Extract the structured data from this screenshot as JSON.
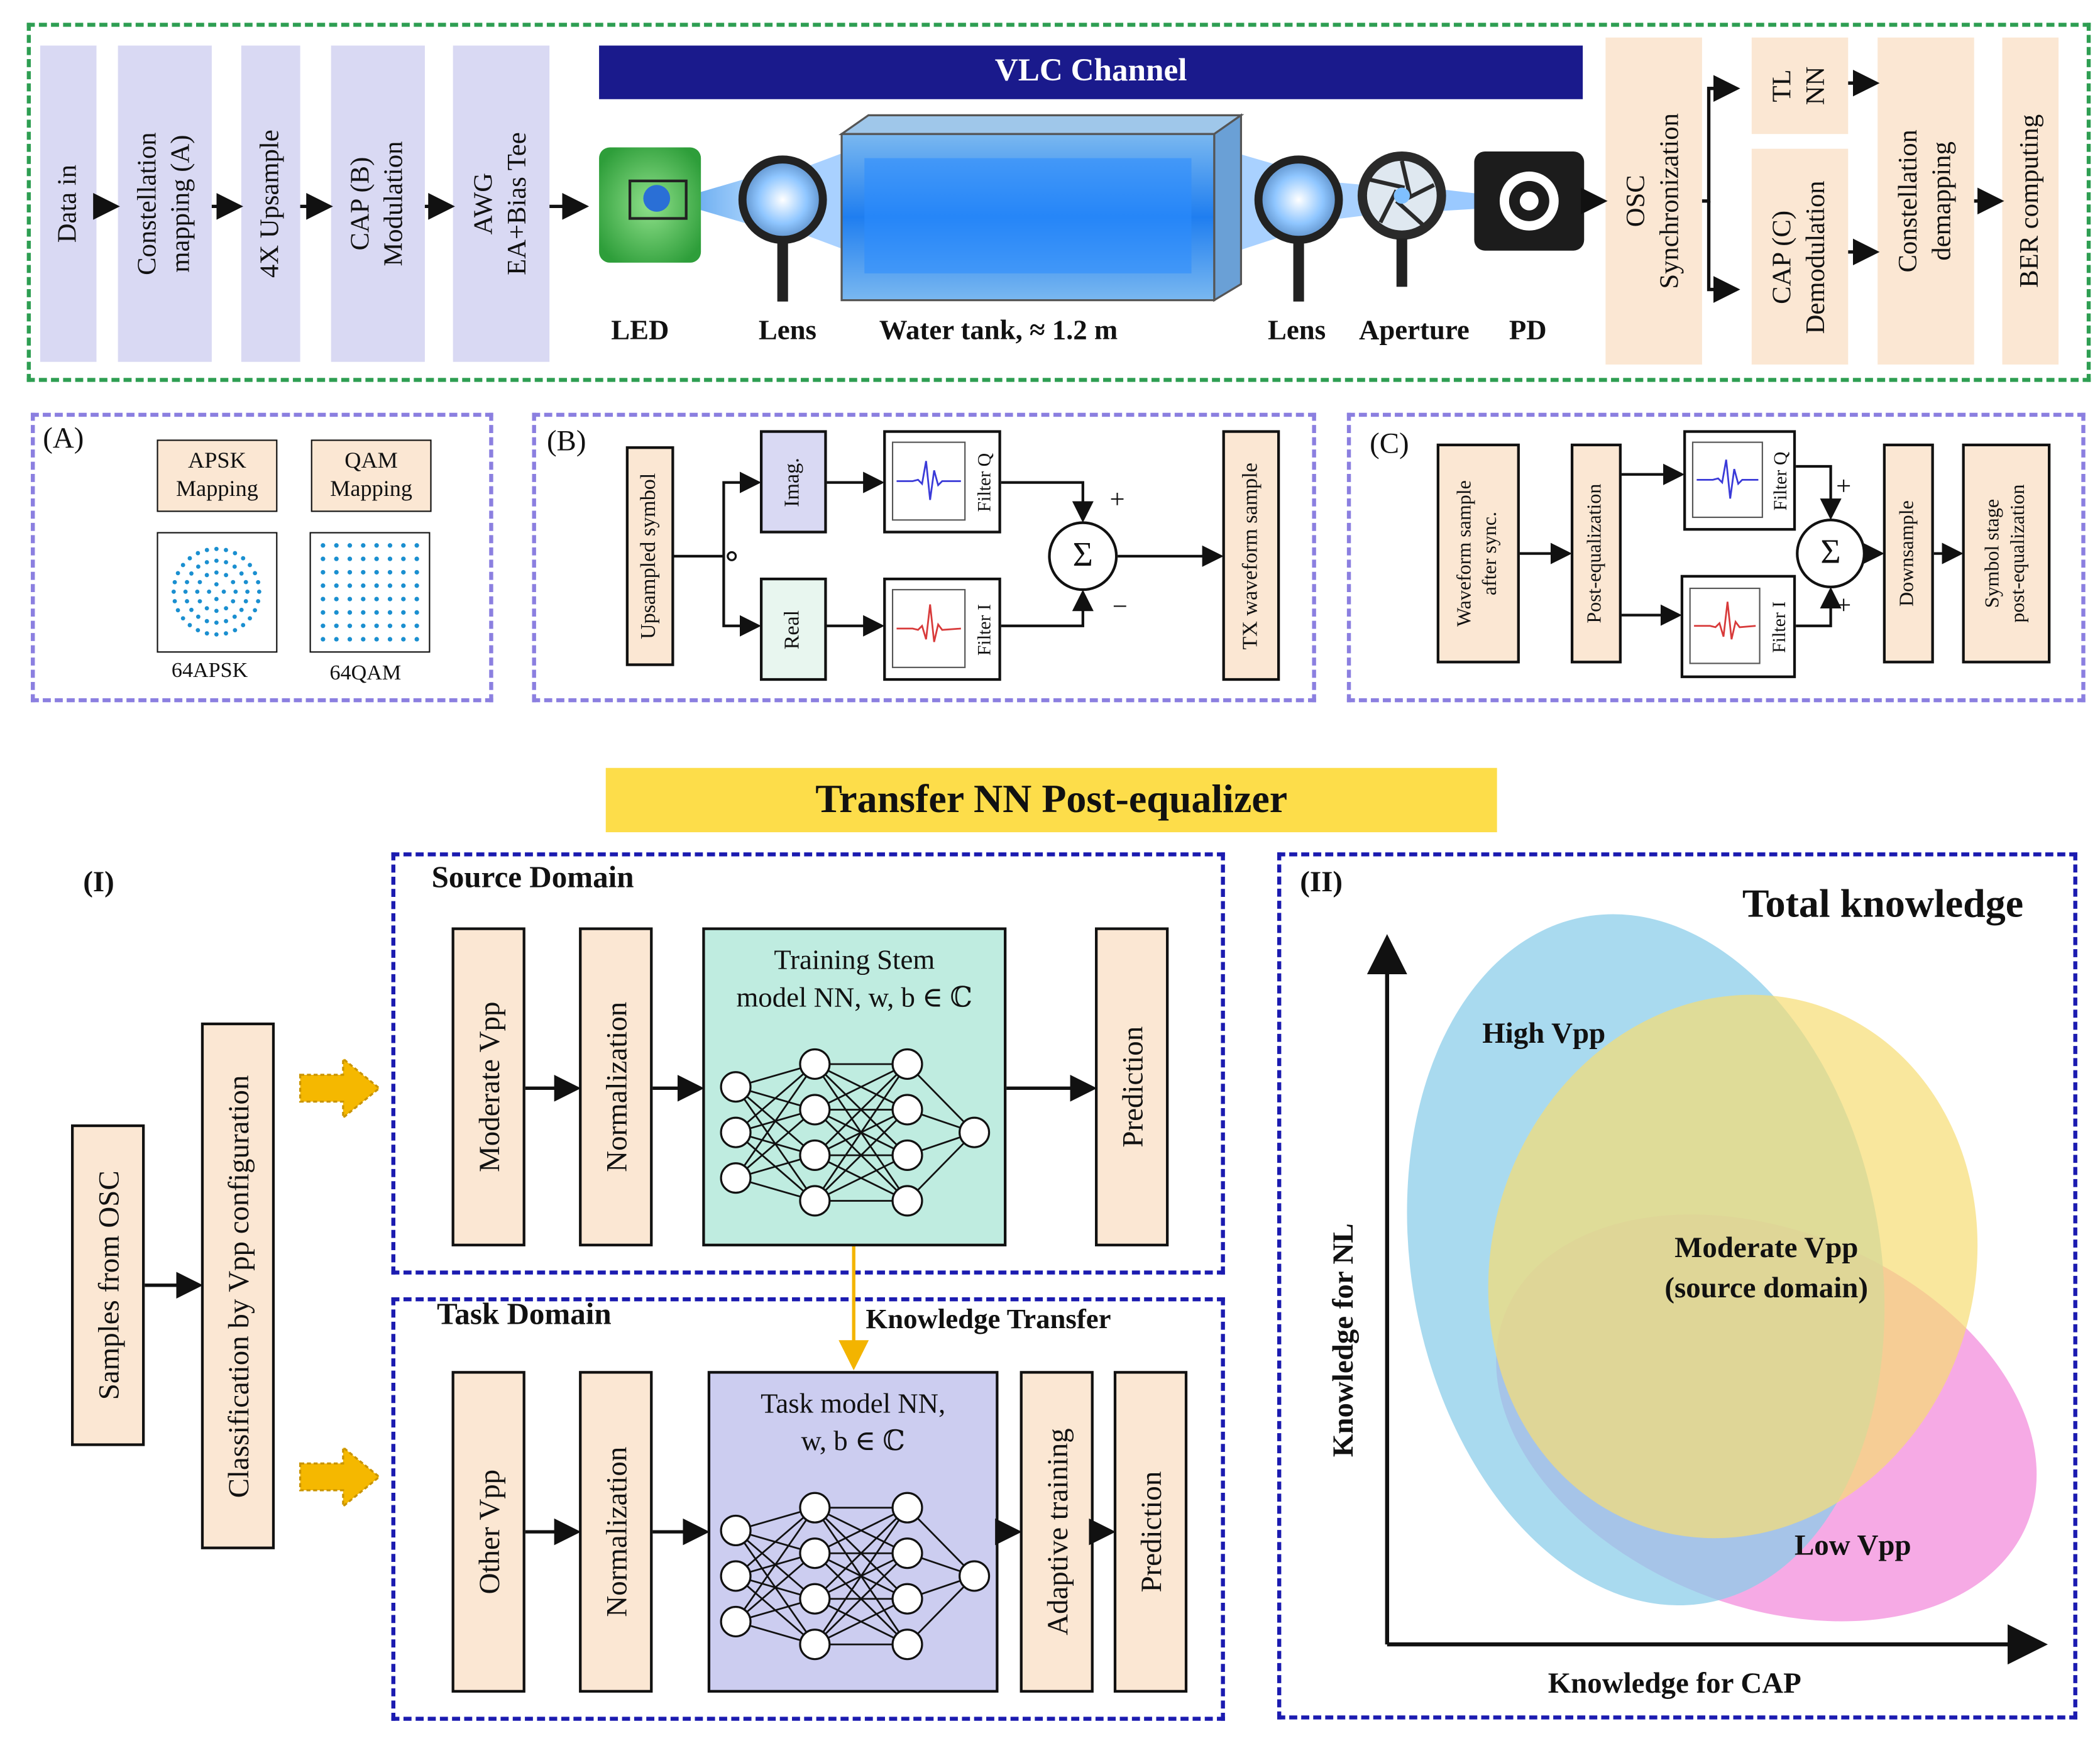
{
  "top": {
    "channel_title": "VLC Channel",
    "tx_blocks": [
      "Data in",
      "Constellation\nmapping (A)",
      "4X Upsample",
      "CAP (B)\nModulation",
      "AWG\nEA+Bias Tee"
    ],
    "channel_labels": {
      "led": "LED",
      "lens1": "Lens",
      "tank": "Water tank, ≈ 1.2 m",
      "lens2": "Lens",
      "aperture": "Aperture",
      "pd": "PD"
    },
    "rx_blocks": {
      "osc": "OSC\nSynchronization",
      "tl": "TL\nNN",
      "cap": "CAP (C)\nDemodulation",
      "demap": "Constellation\ndemapping",
      "ber": "BER computing"
    }
  },
  "panel_a": {
    "tag": "(A)",
    "apsk_label": "APSK\nMapping",
    "qam_label": "QAM\nMapping",
    "apsk_caption": "64APSK",
    "qam_caption": "64QAM"
  },
  "panel_b": {
    "tag": "(B)",
    "input": "Upsampled symbol",
    "imag": "Imag.",
    "real": "Real",
    "filter_q": "Filter Q",
    "filter_i": "Filter I",
    "sum": "Σ",
    "plus": "+",
    "minus": "−",
    "output": "TX waveform sample"
  },
  "panel_c": {
    "tag": "(C)",
    "input": "Waveform sample\nafter sync.",
    "posteq": "Post-equalization",
    "filter_q": "Filter Q",
    "filter_i": "Filter I",
    "sum": "Σ",
    "plus1": "+",
    "plus2": "+",
    "down": "Downsample",
    "symstage": "Symbol stage\npost-equalization"
  },
  "banner": "Transfer NN Post-equalizer",
  "panel_i": {
    "tag": "(I)",
    "samples": "Samples from OSC",
    "classify": "Classification by Vpp configuration",
    "source_title": "Source Domain",
    "source_vpp": "Moderate Vpp",
    "source_norm": "Normalization",
    "stem_model": "Training Stem\nmodel NN, w, b ∈ ℂ",
    "source_pred": "Prediction",
    "task_title": "Task Domain",
    "transfer": "Knowledge Transfer",
    "task_vpp": "Other Vpp",
    "task_norm": "Normalization",
    "task_model": "Task model NN,\nw, b ∈ ℂ",
    "adaptive": "Adaptive training",
    "task_pred": "Prediction"
  },
  "panel_ii": {
    "tag": "(II)",
    "title": "Total knowledge",
    "high": "High Vpp",
    "moderate": "Moderate Vpp\n(source domain)",
    "low": "Low Vpp",
    "ylabel": "Knowledge for NL",
    "xlabel": "Knowledge for CAP",
    "colors": {
      "high": "#8ccdea",
      "moderate": "#f7dd74",
      "low": "#f59be0"
    }
  }
}
